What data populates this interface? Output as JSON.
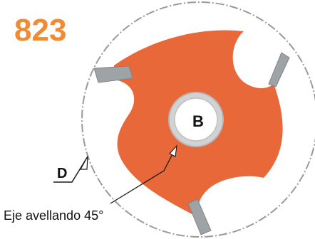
{
  "product_code": "823",
  "labels": {
    "bore": "B",
    "diameter": "D",
    "axis_note": "Eje avellando 45°"
  },
  "colors": {
    "code": "#f08a34",
    "blade_body": "#e8683a",
    "blade_shadow": "#c8502a",
    "carbide": "#9ea3a6",
    "outline_circle": "#9a9a9a",
    "leader": "#1a1a1a",
    "hub": "#d2d2d2"
  }
}
